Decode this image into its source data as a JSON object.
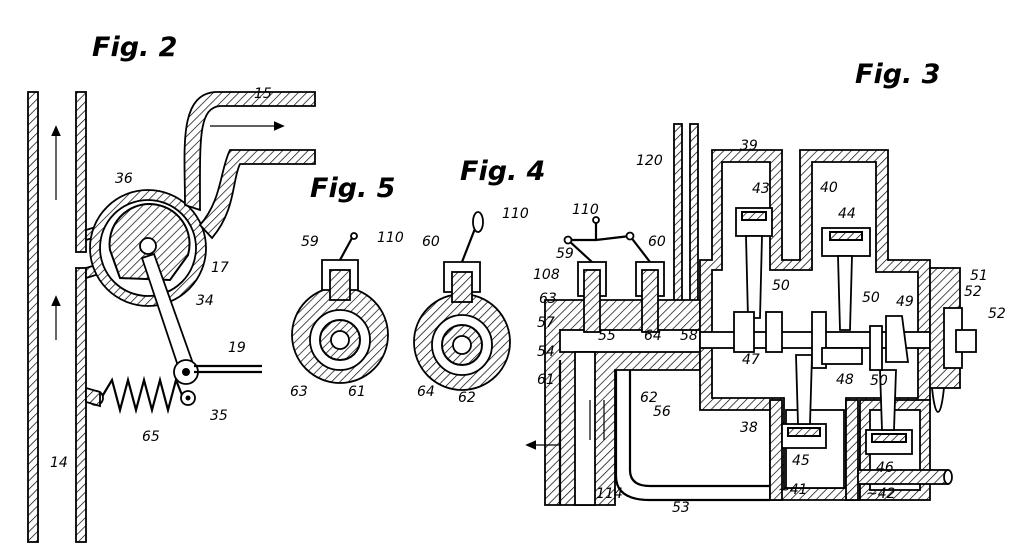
{
  "figures": {
    "fig2": "Fig. 2",
    "fig3": "Fig. 3",
    "fig4": "Fig. 4",
    "fig5": "Fig. 5"
  },
  "labels": {
    "l15": "15",
    "l36": "36",
    "l17": "17",
    "l34": "34",
    "l19": "19",
    "l35": "35",
    "l65": "65",
    "l14": "14",
    "f5_59": "59",
    "f5_110": "110",
    "f5_63": "63",
    "f5_61": "61",
    "f4_60": "60",
    "f4_110": "110",
    "f4_64": "64",
    "f4_62": "62",
    "f3_120": "120",
    "f3_39": "39",
    "f3_40": "40",
    "f3_43": "43",
    "f3_44": "44",
    "f3_110": "110",
    "f3_59": "59",
    "f3_60": "60",
    "f3_108": "108",
    "f3_63": "63",
    "f3_57": "57",
    "f3_55": "55",
    "f3_64": "64",
    "f3_58": "58",
    "f3_54": "54",
    "f3_61": "61",
    "f3_62": "62",
    "f3_56": "56",
    "f3_50a": "50",
    "f3_50b": "50",
    "f3_50c": "50",
    "f3_47": "47",
    "f3_48": "48",
    "f3_49": "49",
    "f3_51": "51",
    "f3_52a": "52",
    "f3_52b": "52",
    "f3_38": "38",
    "f3_45": "45",
    "f3_46": "46",
    "f3_41": "~41",
    "f3_42": "~42",
    "f3_53": "53",
    "f3_114": "114"
  }
}
